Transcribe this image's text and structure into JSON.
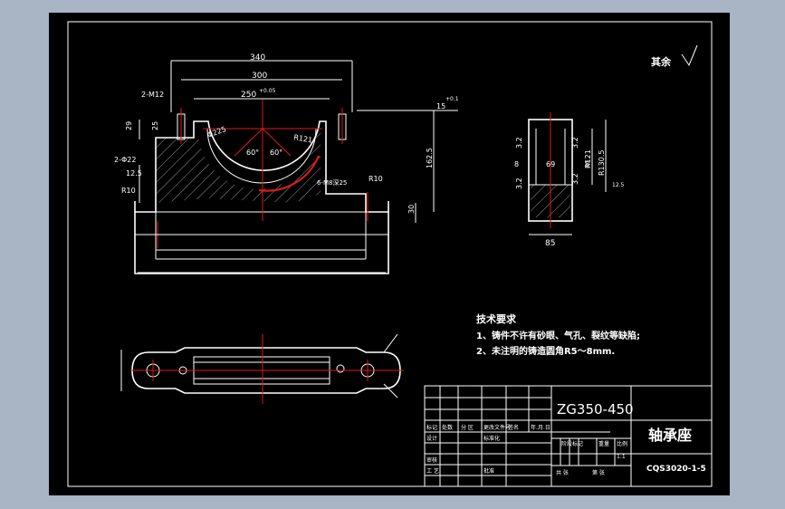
{
  "colors": {
    "background": "#a9b4c4",
    "sheet": "#000000",
    "lines": "#ffffff",
    "centerlines": "#e01818"
  },
  "drawing": {
    "dims": {
      "d340": "340",
      "d300": "300",
      "d250": "250",
      "tol250": "+0.05",
      "m12": "2-M12",
      "d29": "29",
      "d25": "25",
      "phi22": "2-Φ22",
      "d125": "12.5",
      "r10a": "R10",
      "phi225": "Φ225",
      "a60a": "60°",
      "a60b": "60°",
      "r121": "R121",
      "r10b": "R10",
      "m8": "6-M8深25",
      "d1625": "162.5",
      "d30": "30",
      "d15": "15",
      "tol15": "+0.1",
      "d32a": "3.2",
      "d32b": "3.2",
      "d32c": "3.2",
      "d32d": "3.2",
      "d8a": "8",
      "d8b": "8",
      "d69": "69",
      "r121b": "R121",
      "r1305": "R130.5",
      "d85": "85",
      "rough_all": "其余",
      "rough_ra": "12.5"
    },
    "tech_req": {
      "title": "技术要求",
      "line1": "1、铸件不许有砂眼、气孔、裂纹等缺陷;",
      "line2": "2、未注明的铸造圆角R5～8mm."
    },
    "title_block": {
      "material": "ZG350-450",
      "part_name": "轴承座",
      "drawing_no": "CQS3020-1-5",
      "h_mark": "标记",
      "h_count": "处数",
      "h_zone": "分 区",
      "h_docno": "更改文件号",
      "h_sign": "签名",
      "h_date": "年.月.日",
      "h_design": "设计",
      "h_std": "标准化",
      "h_review": "审核",
      "h_process": "工 艺",
      "h_approve": "批准",
      "h_stage": "阶段标记",
      "h_weight": "重量",
      "h_scale": "比例",
      "scale": "1:1",
      "h_total": "共 张",
      "h_sheet": "第 张"
    }
  }
}
